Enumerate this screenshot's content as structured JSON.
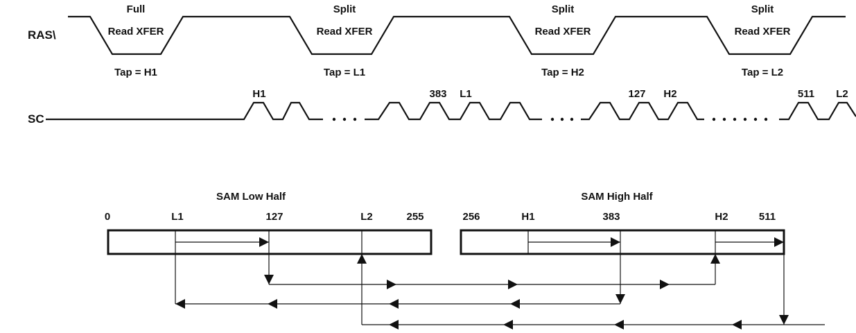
{
  "signals": {
    "ras": "RAS\\",
    "sc": "SC"
  },
  "transfers": [
    {
      "line1": "Full",
      "line2": "Read XFER",
      "tap": "Tap = H1"
    },
    {
      "line1": "Split",
      "line2": "Read XFER",
      "tap": "Tap = L1"
    },
    {
      "line1": "Split",
      "line2": "Read XFER",
      "tap": "Tap = H2"
    },
    {
      "line1": "Split",
      "line2": "Read XFER",
      "tap": "Tap = L2"
    }
  ],
  "sc_labels": [
    "H1",
    "383",
    "L1",
    "127",
    "H2",
    "511",
    "L2"
  ],
  "sam": {
    "low": {
      "title": "SAM Low Half",
      "addresses": [
        "0",
        "L1",
        "127",
        "L2",
        "255"
      ]
    },
    "high": {
      "title": "SAM High Half",
      "addresses": [
        "256",
        "H1",
        "383",
        "H2",
        "511"
      ]
    }
  }
}
